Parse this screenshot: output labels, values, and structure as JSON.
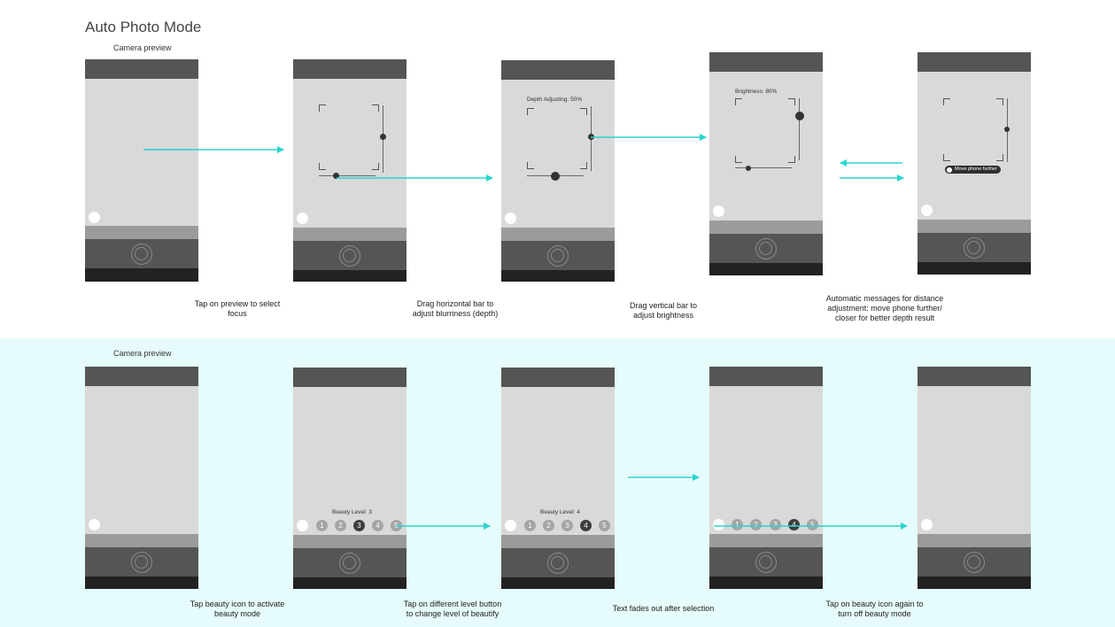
{
  "title": "Auto Photo Mode",
  "row1": {
    "label": "Camera preview",
    "phone2": {},
    "phone3": {
      "depth_label": "Depth Adjusting: 50%"
    },
    "phone4": {
      "brightness_label": "Brightness: 80%"
    },
    "phone5": {
      "toast": "Move phone further"
    },
    "captions": {
      "c1": "Tap on preview to select\nfocus",
      "c2": "Drag horizontal bar to\nadjust blurriness (depth)",
      "c3": "Drag vertical bar to\nadjust brightness",
      "c4": "Automatic messages for distance\nadjustment: move phone further/\ncloser for better depth result"
    }
  },
  "row2": {
    "label": "Camera preview",
    "levels": [
      "1",
      "2",
      "3",
      "4",
      "5"
    ],
    "phone2": {
      "beauty_label": "Beauty Level: 3",
      "selected": 3
    },
    "phone3": {
      "beauty_label": "Beauty Level: 4",
      "selected": 4
    },
    "phone4": {
      "selected": 4
    },
    "captions": {
      "c1": "Tap beauty icon to activate\nbeauty mode",
      "c2": "Tap on different level button\nto change level of beautify",
      "c3": "Text fades out after selection",
      "c4": "Tap on beauty icon again to\nturn off beauty mode"
    }
  },
  "colors": {
    "arrow": "#29d6cf",
    "band": "#e6fbfb",
    "phone_dark": "#555555",
    "screen": "#d9d9d9"
  }
}
